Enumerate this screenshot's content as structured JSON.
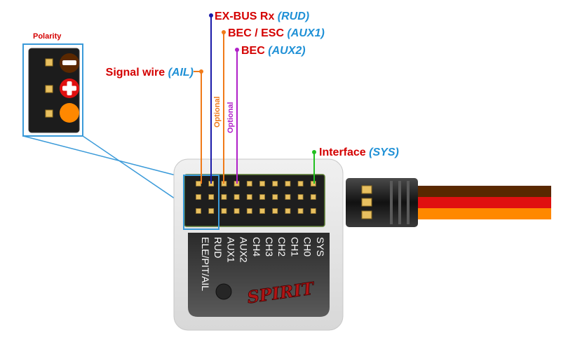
{
  "polarity": {
    "title": "Polarity",
    "minus_icon": "minus-icon",
    "plus_icon": "plus-icon",
    "signal_icon": "signal-dot-icon"
  },
  "callouts": {
    "signal": {
      "main": "Signal wire ",
      "channel": "(AIL)"
    },
    "exbus": {
      "main": "EX-BUS Rx ",
      "channel": "(RUD)"
    },
    "bec_esc": {
      "main": "BEC / ESC ",
      "channel": "(AUX1)"
    },
    "bec": {
      "main": "BEC ",
      "channel": "(AUX2)"
    },
    "interface": {
      "main": "Interface ",
      "channel": "(SYS)"
    }
  },
  "optional_labels": [
    "Optional",
    "Optional"
  ],
  "pin_labels": [
    "ELE/PIT/AIL",
    "RUD",
    "AUX1",
    "AUX2",
    "CH4",
    "CH3",
    "CH2",
    "CH1",
    "CH0",
    "SYS"
  ],
  "logo_text": "SPIRIT",
  "colors": {
    "red_text": "#d40000",
    "blue_text": "#1e90d6",
    "wire_orange": "#f07a18",
    "wire_blue": "#1a1aa8",
    "wire_purple": "#b020c8",
    "wire_green": "#22c020",
    "callout_box": "#3a9ad9",
    "cable_brown": "#5a2800",
    "cable_red": "#e01010",
    "cable_orange": "#ff8800"
  }
}
